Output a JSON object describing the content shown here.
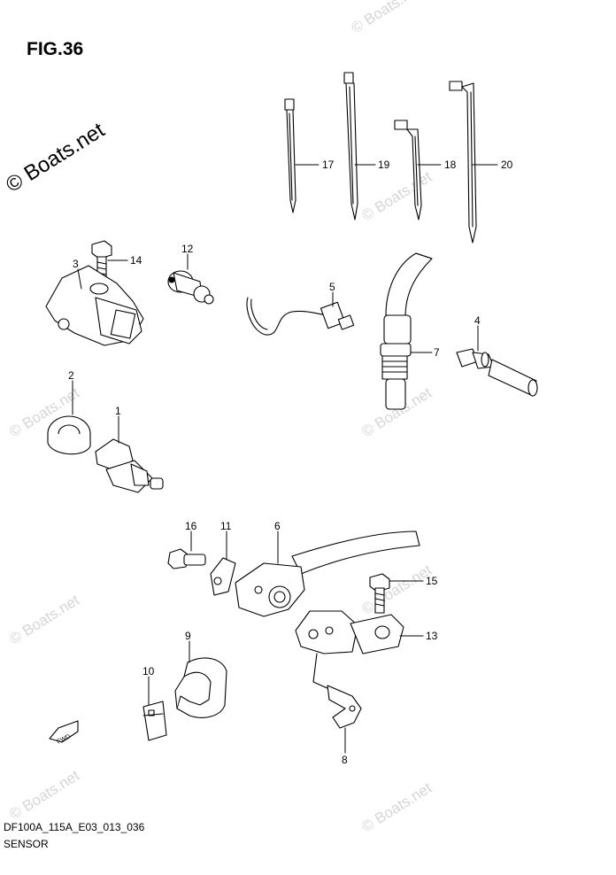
{
  "figure": {
    "title": "FIG.36",
    "code": "DF100A_115A_E03_013_036",
    "name": "SENSOR"
  },
  "watermark": {
    "main": "© Boats.net",
    "faint": "© Boats.net"
  },
  "fwd_label": "FWD",
  "callouts": [
    "1",
    "2",
    "3",
    "4",
    "5",
    "6",
    "7",
    "8",
    "9",
    "10",
    "11",
    "12",
    "13",
    "14",
    "15",
    "16",
    "17",
    "18",
    "19",
    "20"
  ]
}
